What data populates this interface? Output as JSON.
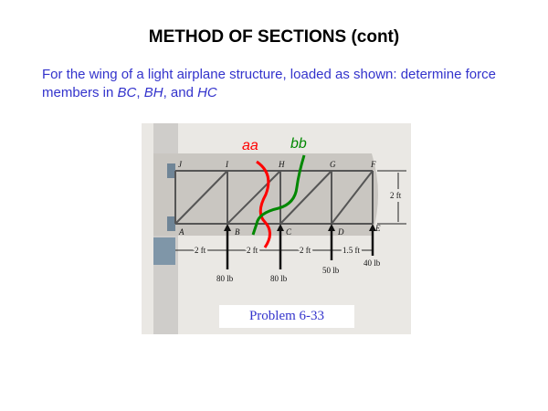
{
  "title": "METHOD OF SECTIONS (cont)",
  "description": {
    "prefix": "For the wing of a light airplane structure, loaded as shown: determine force members in ",
    "m1": "BC",
    "sep1": ", ",
    "m2": "BH",
    "sep2": ", and ",
    "m3": "HC"
  },
  "figure": {
    "nodes": {
      "J": "J",
      "I": "I",
      "H": "H",
      "G": "G",
      "F": "F",
      "A": "A",
      "B": "B",
      "C": "C",
      "D": "D",
      "E": "E"
    },
    "sections": {
      "aa": "aa",
      "bb": "bb",
      "aa_color": "#ff0000",
      "bb_color": "#008800"
    },
    "dims": {
      "d1": "2 ft",
      "d2": "2 ft",
      "d3": "2 ft",
      "d4": "1.5 ft",
      "height": "2 ft"
    },
    "loads": {
      "B": "80 lb",
      "C": "80 lb",
      "D": "50 lb",
      "E": "40 lb"
    },
    "caption": "Problem 6-33"
  }
}
